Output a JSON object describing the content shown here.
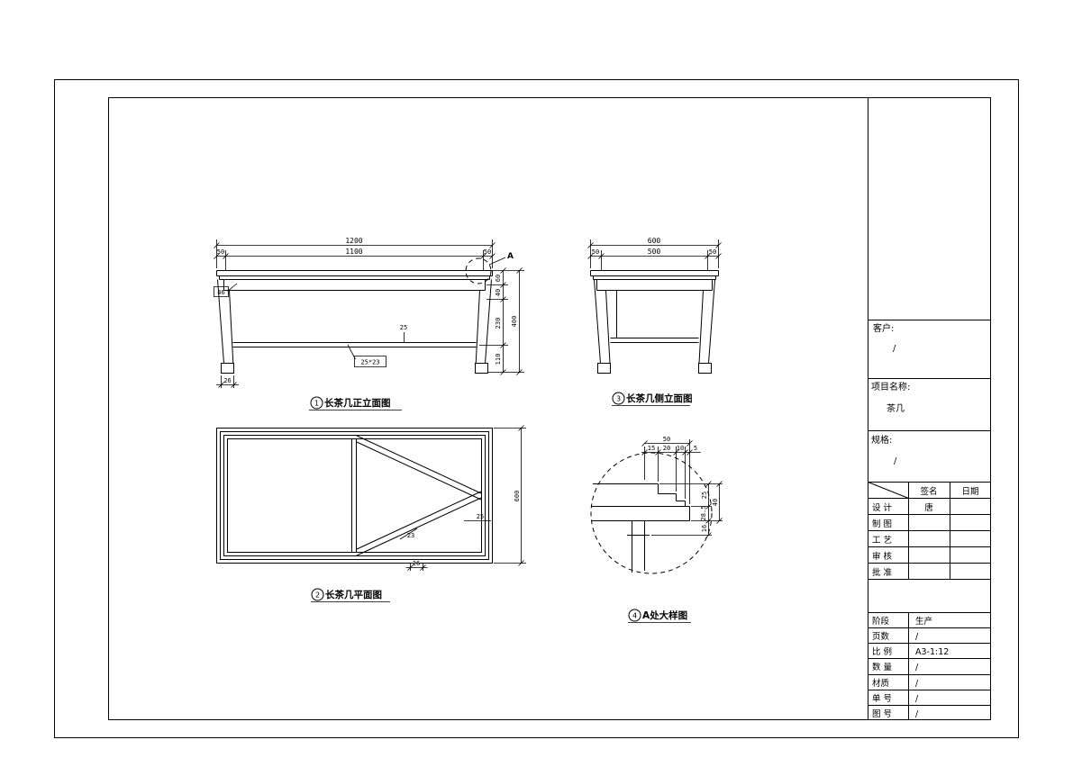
{
  "sheet": {
    "background": "#ffffff",
    "line_color": "#000000"
  },
  "title_block": {
    "client_label": "客户:",
    "client_value": "/",
    "project_label": "项目名称:",
    "project_value": "茶几",
    "spec_label": "规格:",
    "spec_value": "/",
    "sign_header": "签名",
    "date_header": "日期",
    "approval_rows": [
      {
        "label": "设 计",
        "sign": "唐",
        "date": ""
      },
      {
        "label": "制 图",
        "sign": "",
        "date": ""
      },
      {
        "label": "工 艺",
        "sign": "",
        "date": ""
      },
      {
        "label": "审 核",
        "sign": "",
        "date": ""
      },
      {
        "label": "批 准",
        "sign": "",
        "date": ""
      }
    ],
    "info_rows": [
      {
        "label": "阶段",
        "value": "生产"
      },
      {
        "label": "页数",
        "value": "/"
      },
      {
        "label": "比 例",
        "value": "A3-1:12"
      },
      {
        "label": "数 量",
        "value": "/"
      },
      {
        "label": "材质",
        "value": "/"
      },
      {
        "label": "单 号",
        "value": "/"
      },
      {
        "label": "图 号",
        "value": "/"
      }
    ]
  },
  "views": {
    "front": {
      "number": "1",
      "title": "长茶几正立面图",
      "detail_marker": "A",
      "dims": {
        "overall_width": "1200",
        "inner_width": "1100",
        "left_offset": "50",
        "right_offset": "50",
        "top_thickness": "60",
        "apron_height": "40",
        "mid_height": "230",
        "bottom_height": "110",
        "overall_height": "400",
        "edge_detail": "46",
        "shelf_thickness": "25",
        "shelf_section": "25*23",
        "leg_width": "26"
      }
    },
    "side": {
      "number": "3",
      "title": "长茶几侧立面图",
      "dims": {
        "overall_width": "600",
        "inner_width": "500",
        "left_offset": "50",
        "right_offset": "50"
      }
    },
    "plan": {
      "number": "2",
      "title": "长茶几平面图",
      "dims": {
        "depth": "600",
        "frame_width": "25",
        "brace_thickness": "23",
        "leg_spacing": "26"
      }
    },
    "detail": {
      "number": "4",
      "title": "A处大样图",
      "dims": {
        "top_total": "50",
        "seg_1": "15",
        "seg_2": "20",
        "seg_3": "10",
        "seg_4": "5",
        "right_1": "25",
        "right_2": "28.5",
        "right_3": "16",
        "right_total": "40"
      }
    }
  }
}
